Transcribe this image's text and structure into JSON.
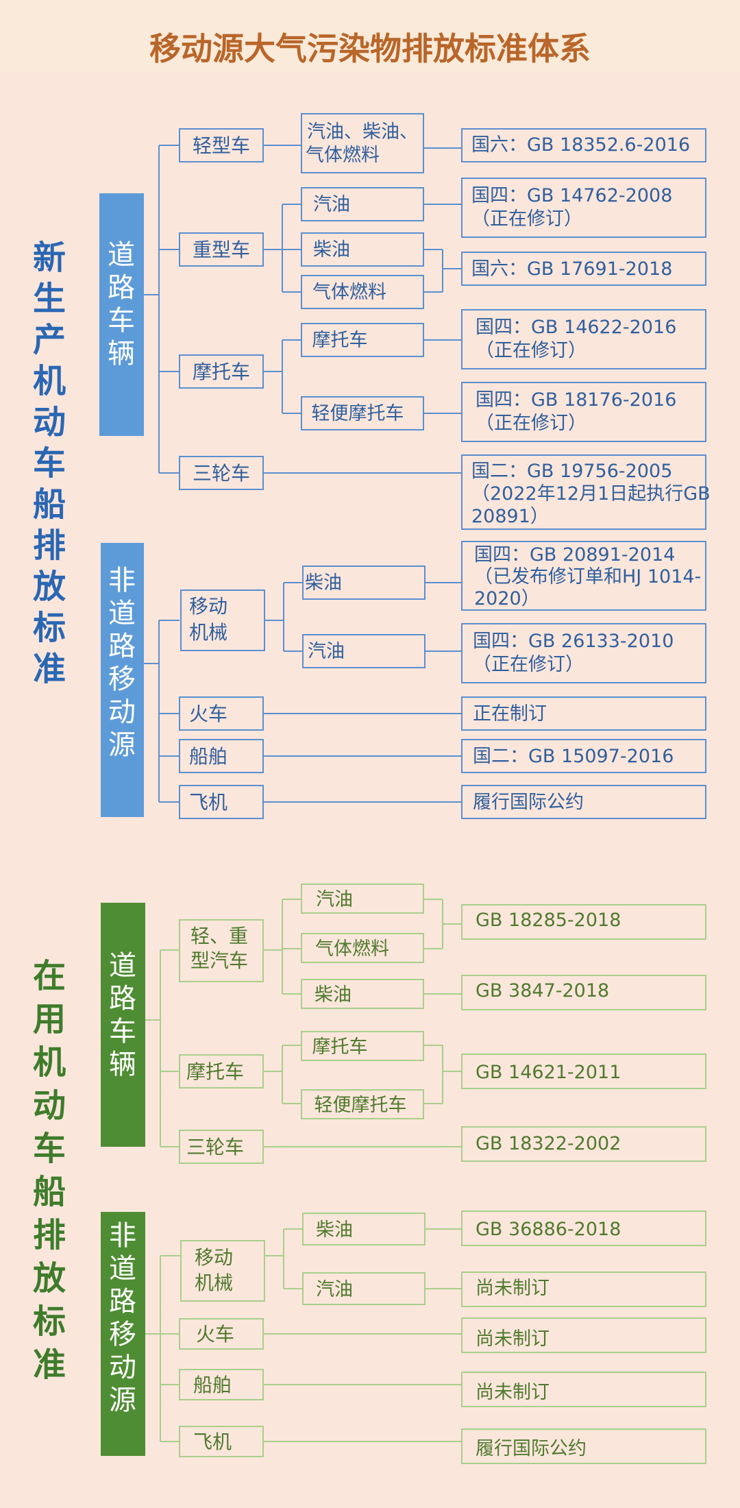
{
  "title": "移动源大气污染物排放标准体系",
  "section1": {
    "label": "新生产机动车船排放标准",
    "label_chars": [
      "新",
      "生",
      "产",
      "机",
      "动",
      "车",
      "船",
      "排",
      "放",
      "标",
      "准"
    ],
    "road": {
      "label_chars": [
        "道",
        "路",
        "车",
        "辆"
      ],
      "light": "轻型车",
      "light_fuel": [
        "汽油、柴油、",
        "气体燃料"
      ],
      "light_std": "国六：GB 18352.6-2016",
      "heavy": "重型车",
      "heavy_gasoline": "汽油",
      "heavy_gasoline_std": [
        "国四：GB 14762-2008",
        "（正在修订）"
      ],
      "heavy_diesel": "柴油",
      "heavy_gas": "气体燃料",
      "heavy_diesel_std": "国六：GB 17691-2018",
      "moto": "摩托车",
      "moto_a": "摩托车",
      "moto_a_std": [
        "国四：GB 14622-2016",
        "（正在修订）"
      ],
      "moto_b": "轻便摩托车",
      "moto_b_std": [
        "国四：GB 18176-2016",
        "（正在修订）"
      ],
      "tri": "三轮车",
      "tri_std": [
        "国二：GB 19756-2005",
        "（2022年12月1日起执行GB",
        "20891）"
      ]
    },
    "nonroad": {
      "label_chars": [
        "非",
        "道",
        "路",
        "移",
        "动",
        "源"
      ],
      "machinery": [
        "移动",
        "机械"
      ],
      "diesel": "柴油",
      "diesel_std": [
        "国四：GB 20891-2014",
        "（已发布修订单和HJ 1014-",
        "2020）"
      ],
      "gasoline": "汽油",
      "gasoline_std": [
        "国四：GB 26133-2010",
        "（正在修订）"
      ],
      "train": "火车",
      "train_std": "正在制订",
      "ship": "船舶",
      "ship_std": "国二：GB 15097-2016",
      "plane": "飞机",
      "plane_std": "履行国际公约"
    }
  },
  "section2": {
    "label": "在用机动车船排放标准",
    "label_chars": [
      "在",
      "用",
      "机",
      "动",
      "车",
      "船",
      "排",
      "放",
      "标",
      "准"
    ],
    "road": {
      "label_chars": [
        "道",
        "路",
        "车",
        "辆"
      ],
      "vehicle": [
        "轻、重",
        "型汽车"
      ],
      "gasoline": "汽油",
      "gas": "气体燃料",
      "gas_std": "GB 18285-2018",
      "diesel": "柴油",
      "diesel_std": "GB 3847-2018",
      "moto": "摩托车",
      "moto_a": "摩托车",
      "moto_b": "轻便摩托车",
      "moto_std": "GB 14621-2011",
      "tri": "三轮车",
      "tri_std": "GB 18322-2002"
    },
    "nonroad": {
      "label_chars": [
        "非",
        "道",
        "路",
        "移",
        "动",
        "源"
      ],
      "machinery": [
        "移动",
        "机械"
      ],
      "diesel": "柴油",
      "diesel_std": "GB 36886-2018",
      "gasoline": "汽油",
      "gasoline_std": "尚未制订",
      "train": "火车",
      "train_std": "尚未制订",
      "ship": "船舶",
      "ship_std": "尚未制订",
      "plane": "飞机",
      "plane_std": "履行国际公约"
    }
  },
  "colors": {
    "background": "#fbe6dc",
    "title": "#b9662a",
    "new_accent": "#5d9bd8",
    "inuse_accent": "#4e8d33"
  }
}
